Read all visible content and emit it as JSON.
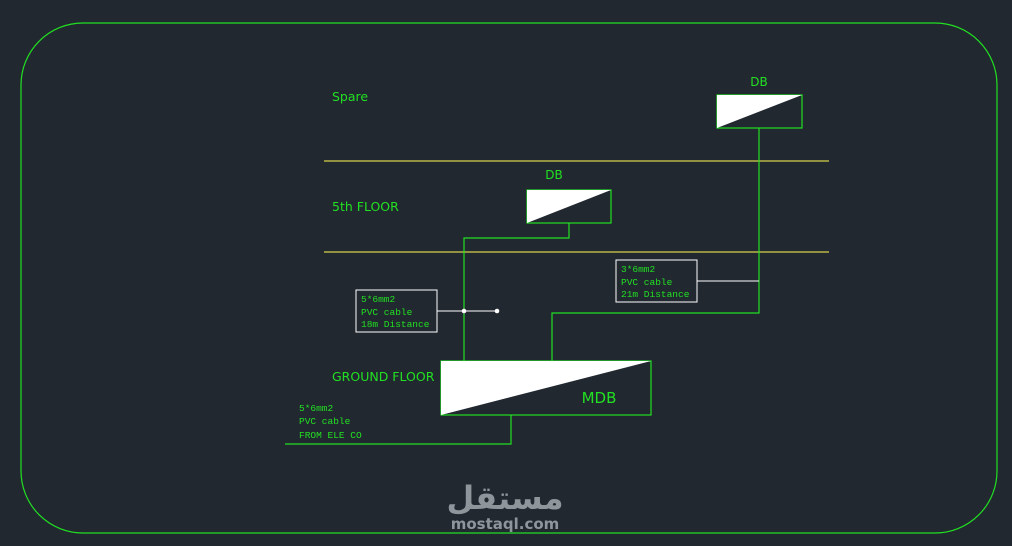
{
  "floors": {
    "spare": "Spare",
    "fifth": "5th FLOOR",
    "ground": "GROUND FLOOR"
  },
  "panels": {
    "db_top": "DB",
    "db_5th": "DB",
    "mdb": "MDB"
  },
  "cables": {
    "cable_5th": [
      "5*6mm2",
      "PVC cable",
      "18m Distance"
    ],
    "cable_top": [
      "3*6mm2",
      "PVC cable",
      "21m Distance"
    ],
    "cable_incoming": [
      "5*6mm2",
      "PVC cable",
      "FROM ELE CO"
    ]
  },
  "watermark": {
    "logo_text": "مستقل",
    "site": "mostaql.com"
  },
  "colors": {
    "background": "#212830",
    "green": "#22e022",
    "yellow": "#d8d24a",
    "white": "#ffffff",
    "watermark": "#8e969b"
  }
}
